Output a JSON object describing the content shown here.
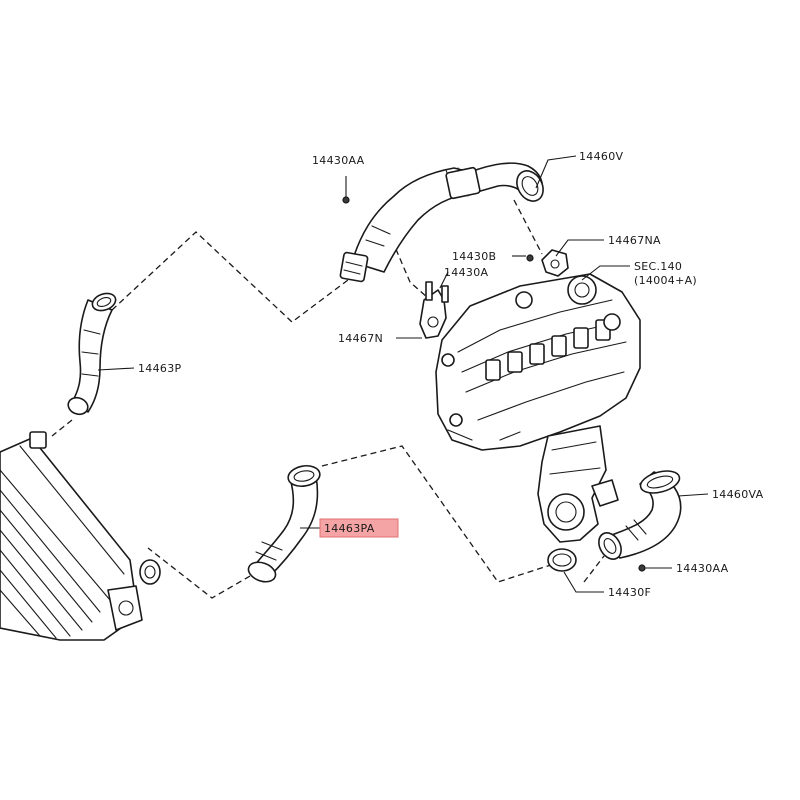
{
  "labels": {
    "p_14430AA_top": "14430AA",
    "p_14460V": "14460V",
    "p_14467NA": "14467NA",
    "p_14430B": "14430B",
    "p_14430A": "14430A",
    "p_sec140_line1": "SEC.140",
    "p_sec140_line2": "(14004+A)",
    "p_14467N": "14467N",
    "p_14463P": "14463P",
    "p_14463PA": "14463PA",
    "p_14460VA": "14460VA",
    "p_14430AA_bottom": "14430AA",
    "p_14430F": "14430F"
  },
  "colors": {
    "highlight": "#f4a4a4",
    "line": "#1a1a1a"
  }
}
